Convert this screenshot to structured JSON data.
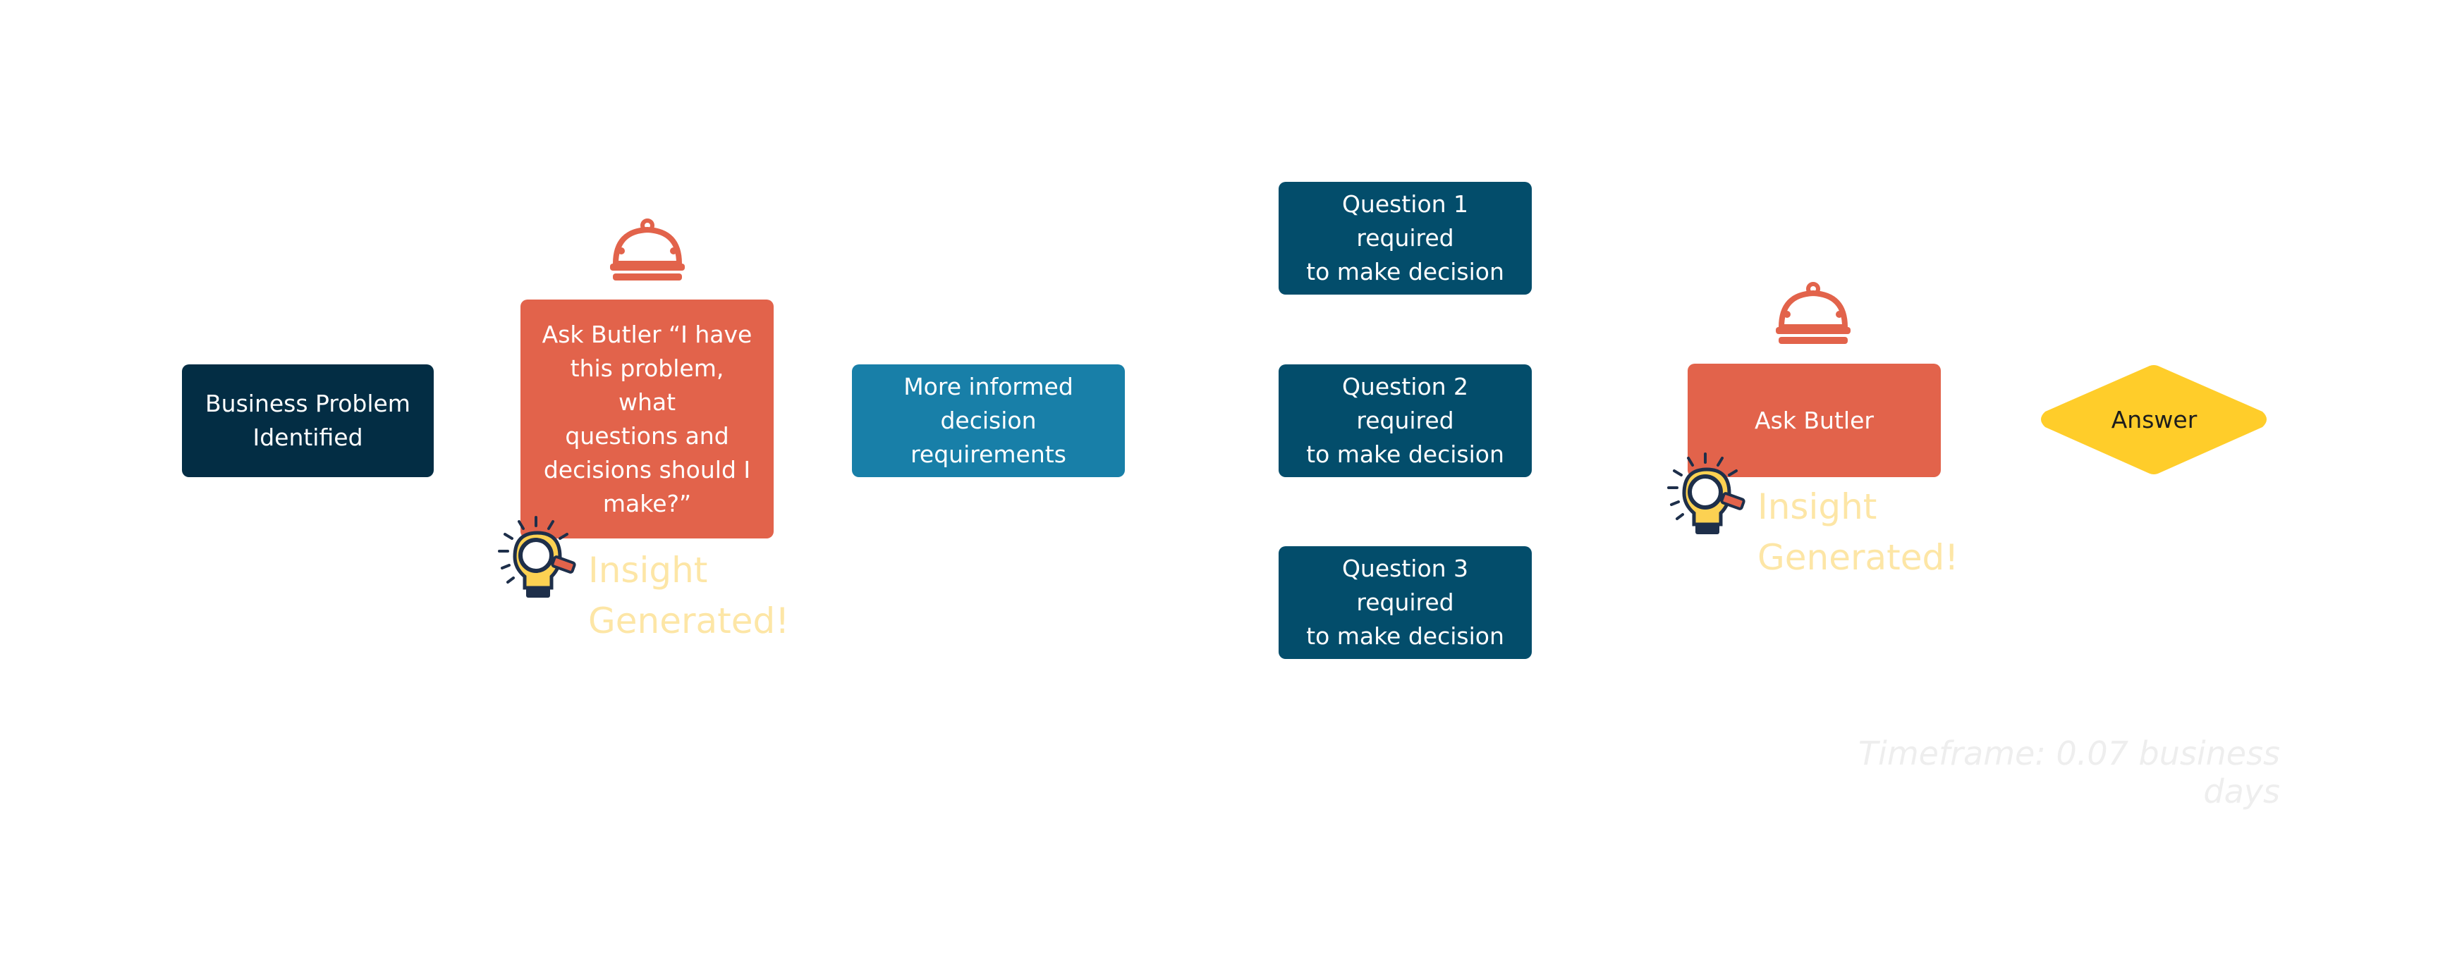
{
  "nodes": {
    "business_problem": [
      "Business Problem",
      "Identified"
    ],
    "ask_butler_long": [
      "Ask Butler “I have",
      "this problem, what",
      "questions and",
      "decisions should I",
      "make?”"
    ],
    "more_informed": [
      "More informed",
      "decision requirements"
    ],
    "question1": [
      "Question 1 required",
      "to make decision"
    ],
    "question2": [
      "Question 2 required",
      "to make decision"
    ],
    "question3": [
      "Question 3 required",
      "to make decision"
    ],
    "ask_butler_short": "Ask Butler",
    "answer": "Answer"
  },
  "insight": [
    "Insight",
    "Generated!"
  ],
  "timeframe": "Timeframe: 0.07 business days",
  "icons": {
    "butler": "cloche-icon",
    "insight": "lightbulb-magnifier-icon"
  },
  "colors": {
    "dark_navy": "#032d44",
    "coral": "#e2634b",
    "teal_blue": "#187fa8",
    "deep_teal": "#034d6b",
    "yellow": "#ffcd2a",
    "insight_text": "#fde6a6",
    "timeframe_text": "#eeeeee"
  }
}
